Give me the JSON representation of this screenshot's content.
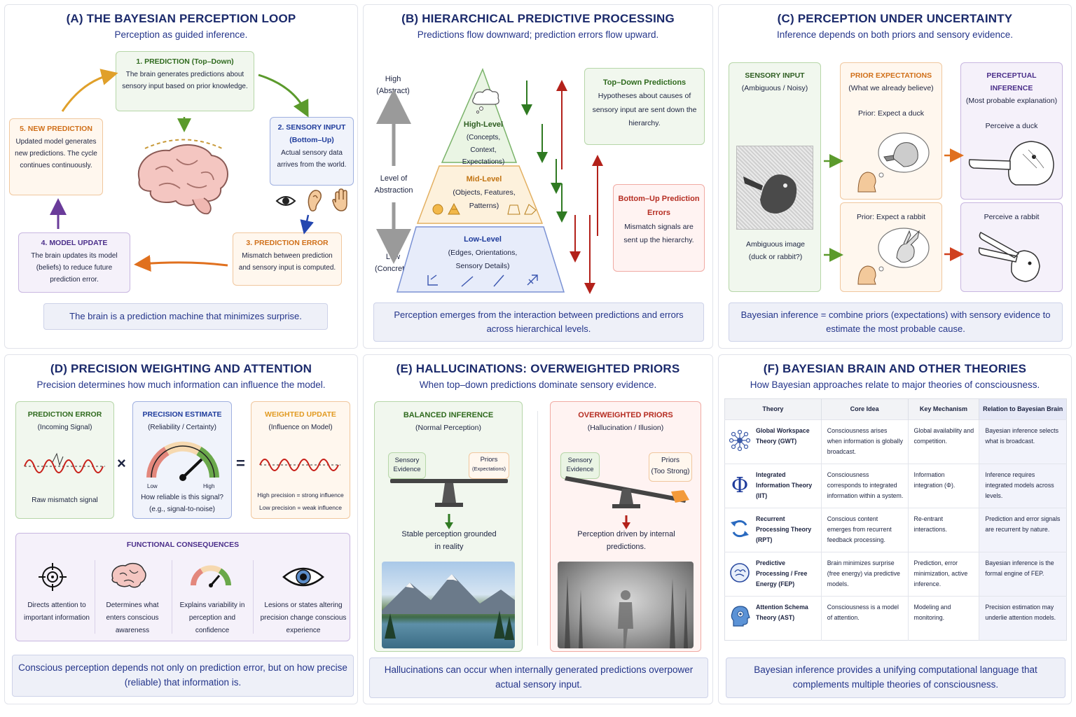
{
  "panelA": {
    "title": "(A)  THE BAYESIAN PERCEPTION LOOP",
    "subtitle": "Perception as guided inference.",
    "steps": [
      {
        "title": "1. PREDICTION (Top–Down)",
        "text": "The brain generates predictions about sensory input based on prior knowledge."
      },
      {
        "title": "2. SENSORY INPUT (Bottom–Up)",
        "text": "Actual sensory data arrives from the world."
      },
      {
        "title": "3. PREDICTION ERROR",
        "text": "Mismatch between prediction and sensory input is computed."
      },
      {
        "title": "4. MODEL UPDATE",
        "text": "The brain updates its model (beliefs) to reduce future prediction error."
      },
      {
        "title": "5. NEW PREDICTION",
        "text": "Updated model generates new predictions. The cycle continues continuously."
      }
    ],
    "footer": "The brain is a prediction machine that minimizes surprise."
  },
  "panelB": {
    "title": "(B)  HIERARCHICAL PREDICTIVE PROCESSING",
    "subtitle": "Predictions flow downward; prediction errors flow upward.",
    "axis_high": "High (Abstract)",
    "axis_mid": "Level of Abstraction",
    "axis_low": "Low (Concrete)",
    "levels": [
      {
        "title": "High-Level",
        "text": "(Concepts, Context, Expectations)"
      },
      {
        "title": "Mid-Level",
        "text": "(Objects, Features, Patterns)"
      },
      {
        "title": "Low-Level",
        "text": "(Edges, Orientations, Sensory Details)"
      }
    ],
    "topdown_title": "Top–Down Predictions",
    "topdown_text": "Hypotheses about causes of sensory input are sent down the hierarchy.",
    "bottomup_title": "Bottom–Up Prediction Errors",
    "bottomup_text": "Mismatch signals are sent up the hierarchy.",
    "footer": "Perception emerges from the interaction between predictions and errors across hierarchical levels."
  },
  "panelC": {
    "title": "(C)  PERCEPTION UNDER UNCERTAINTY",
    "subtitle": "Inference depends on both priors and sensory evidence.",
    "sensory_title": "SENSORY INPUT",
    "sensory_sub": "(Ambiguous / Noisy)",
    "sensory_caption": "Ambiguous image (duck or rabbit?)",
    "prior_title": "PRIOR EXPECTATIONS",
    "prior_sub": "(What we already believe)",
    "prior_duck": "Prior: Expect a duck",
    "prior_rabbit": "Prior: Expect a rabbit",
    "percept_title": "PERCEPTUAL INFERENCE",
    "percept_sub": "(Most probable explanation)",
    "percept_duck": "Perceive a duck",
    "percept_rabbit": "Perceive a rabbit",
    "footer": "Bayesian inference = combine priors (expectations) with sensory evidence to estimate the most probable cause."
  },
  "panelD": {
    "title": "(D)  PRECISION WEIGHTING AND ATTENTION",
    "subtitle": "Precision determines how much information can influence the model.",
    "error_title": "PREDICTION ERROR",
    "error_sub": "(Incoming Signal)",
    "error_caption": "Raw mismatch signal",
    "precision_title": "PRECISION ESTIMATE",
    "precision_sub": "(Reliability / Certainty)",
    "gauge_low": "Low",
    "gauge_high": "High",
    "precision_caption": "How reliable is this signal? (e.g., signal-to-noise)",
    "weighted_title": "WEIGHTED UPDATE",
    "weighted_sub": "(Influence on Model)",
    "weighted_high": "High precision = strong influence",
    "weighted_low": "Low precision = weak influence",
    "times": "×",
    "equals": "=",
    "func_title": "FUNCTIONAL CONSEQUENCES",
    "consequences": [
      "Directs attention to important information",
      "Determines what enters conscious awareness",
      "Explains variability in perception and confidence",
      "Lesions or states altering precision change conscious experience"
    ],
    "footer": "Conscious perception depends not only on prediction error, but on how precise (reliable) that information is."
  },
  "panelE": {
    "title": "(E)  HALLUCINATIONS: OVERWEIGHTED PRIORS",
    "subtitle": "When top–down predictions dominate sensory evidence.",
    "balanced_title": "BALANCED INFERENCE",
    "balanced_sub": "(Normal Perception)",
    "sensory_label": "Sensory Evidence",
    "priors_label": "Priors",
    "priors_exp": "(Expectations)",
    "balanced_result": "Stable perception grounded in reality",
    "over_title": "OVERWEIGHTED PRIORS",
    "over_sub": "(Hallucination / Illusion)",
    "priors_strong": "(Too Strong)",
    "over_result": "Perception driven by internal predictions.",
    "footer": "Hallucinations can occur when internally generated predictions overpower actual sensory input."
  },
  "panelF": {
    "title": "(F)  BAYESIAN BRAIN AND OTHER THEORIES",
    "subtitle": "How Bayesian approaches relate to major theories of consciousness.",
    "headers": [
      "Theory",
      "Core Idea",
      "Key Mechanism",
      "Relation to Bayesian Brain"
    ],
    "rows": [
      {
        "icon": "network-icon",
        "theory": "Global Workspace Theory (GWT)",
        "core": "Consciousness arises when information is globally broadcast.",
        "mech": "Global availability and competition.",
        "rel": "Bayesian inference selects what is broadcast."
      },
      {
        "icon": "phi-icon",
        "theory": "Integrated Information Theory (IIT)",
        "core": "Consciousness corresponds to integrated information within a system.",
        "mech": "Information integration (Φ).",
        "rel": "Inference requires integrated models across levels."
      },
      {
        "icon": "recurrent-arrows-icon",
        "theory": "Recurrent Processing Theory (RPT)",
        "core": "Conscious content emerges from recurrent feedback processing.",
        "mech": "Re-entrant interactions.",
        "rel": "Prediction and error signals are recurrent by nature."
      },
      {
        "icon": "predictive-brain-icon",
        "theory": "Predictive Processing / Free Energy (FEP)",
        "core": "Brain minimizes surprise (free energy) via predictive models.",
        "mech": "Prediction, error minimization, active inference.",
        "rel": "Bayesian inference is the formal engine of FEP."
      },
      {
        "icon": "head-eye-icon",
        "theory": "Attention Schema Theory (AST)",
        "core": "Consciousness is a model of attention.",
        "mech": "Modeling and monitoring.",
        "rel": "Precision estimation may underlie attention models."
      }
    ],
    "footer": "Bayesian inference provides a unifying computational language that complements multiple theories of consciousness."
  }
}
